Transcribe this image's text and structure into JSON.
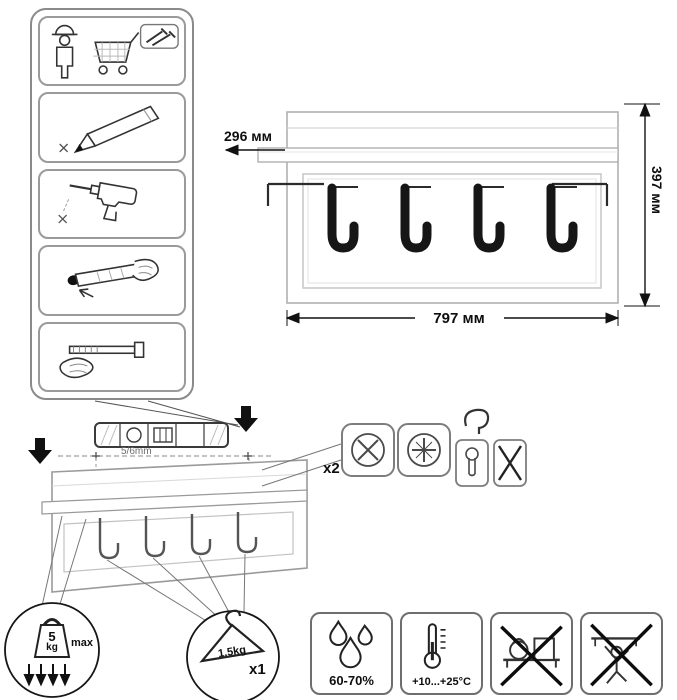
{
  "product": {
    "dimensions": {
      "width": "797 мм",
      "height": "397 мм",
      "depth": "296 мм"
    }
  },
  "installation": {
    "drill_size": "5/6mm",
    "fasteners_count": "x2"
  },
  "load_limits": {
    "shelf_max_value": "5",
    "shelf_max_unit": "kg",
    "shelf_max_label": "max",
    "hook_max": "1.5kg",
    "hanger_count": "x1"
  },
  "care": {
    "humidity_range": "60-70%",
    "temperature_range": "+10...+25°C"
  },
  "assembly_step_icons": [
    "worker-and-shopping-cart-icon",
    "pencil-marking-icon",
    "drill-icon",
    "wall-plug-insertion-icon",
    "screw-mounting-icon"
  ],
  "hardware_icons": [
    "screw-head-phillips-icon",
    "screw-head-pozidriv-icon",
    "keyhole-bracket-icon",
    "keyhole-crossed-icon"
  ],
  "care_icon_names": [
    "water-drops-icon",
    "thermometer-icon",
    "no-heavy-load-icon",
    "no-climbing-icon"
  ],
  "colors": {
    "ink": "#111111",
    "outline": "#8a8a8a"
  }
}
